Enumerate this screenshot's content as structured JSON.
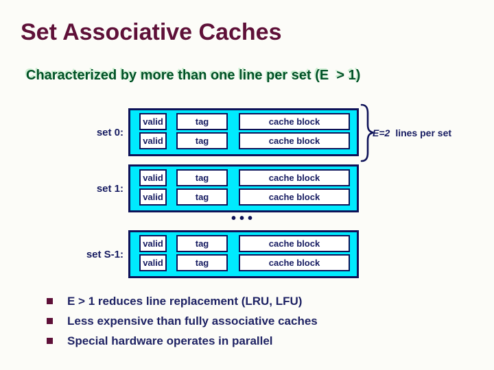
{
  "slide": {
    "title": "Set Associative Caches",
    "subtitle": "Characterized by more than one line per set (E  > 1)"
  },
  "diagram": {
    "sets": [
      {
        "label": "set 0:"
      },
      {
        "label": "set 1:"
      },
      {
        "label": "set S-1:"
      }
    ],
    "rows_per_set": 2,
    "cell_labels": [
      "valid",
      "tag",
      "cache block"
    ],
    "lines_per_set_em": "E=2",
    "lines_per_set_rest": "lines per set",
    "ellipsis": "•••",
    "colors": {
      "set_box_fill": "#00EAFE",
      "diagram_navy": "#0E1258",
      "title_maroon": "#5E1038",
      "subtitle_green": "#005226",
      "bullet_text_navy": "#1E2263"
    }
  },
  "bullets": [
    "E > 1 reduces line replacement (LRU, LFU)",
    "Less expensive than fully associative caches",
    "Special hardware operates in parallel"
  ]
}
